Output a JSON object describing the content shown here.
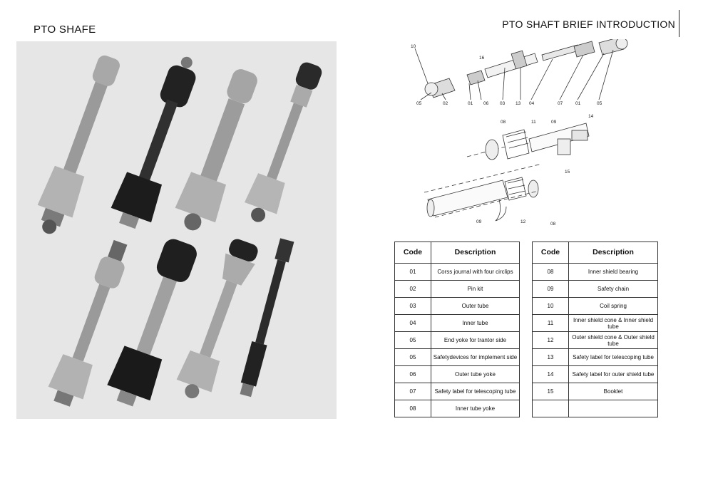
{
  "header": {
    "left_title": "PTO SHAFE",
    "right_title": "PTO SHAFT BRIEF INTRODUCTION"
  },
  "diagram": {
    "callouts": [
      "10",
      "16",
      "05",
      "02",
      "01",
      "06",
      "03",
      "13",
      "04",
      "07",
      "01",
      "05",
      "08",
      "11",
      "09",
      "14",
      "15",
      "09",
      "12",
      "08"
    ]
  },
  "parts_table": {
    "headers": {
      "code": "Code",
      "description": "Description"
    },
    "left_rows": [
      {
        "code": "01",
        "description": "Corss journal with four circlips"
      },
      {
        "code": "02",
        "description": "Pin kit"
      },
      {
        "code": "03",
        "description": "Outer tube"
      },
      {
        "code": "04",
        "description": "Inner tube"
      },
      {
        "code": "05",
        "description": "End yoke for trantor side"
      },
      {
        "code": "05",
        "description": "Safetydevices for implement side"
      },
      {
        "code": "06",
        "description": "Outer tube yoke"
      },
      {
        "code": "07",
        "description": "Safety label for telescoping tube"
      },
      {
        "code": "08",
        "description": "Inner tube yoke"
      }
    ],
    "right_rows": [
      {
        "code": "08",
        "description": "Inner shield bearing"
      },
      {
        "code": "09",
        "description": "Safety chain"
      },
      {
        "code": "10",
        "description": "Coil spring"
      },
      {
        "code": "11",
        "description": "Inner shield cone & Inner shield tube"
      },
      {
        "code": "12",
        "description": "Outer shield cone & Outer shield tube"
      },
      {
        "code": "13",
        "description": "Safety label for telescoping tube"
      },
      {
        "code": "14",
        "description": "Safety label for outer shield tube"
      },
      {
        "code": "15",
        "description": "Booklet"
      },
      {
        "code": "",
        "description": ""
      }
    ]
  }
}
